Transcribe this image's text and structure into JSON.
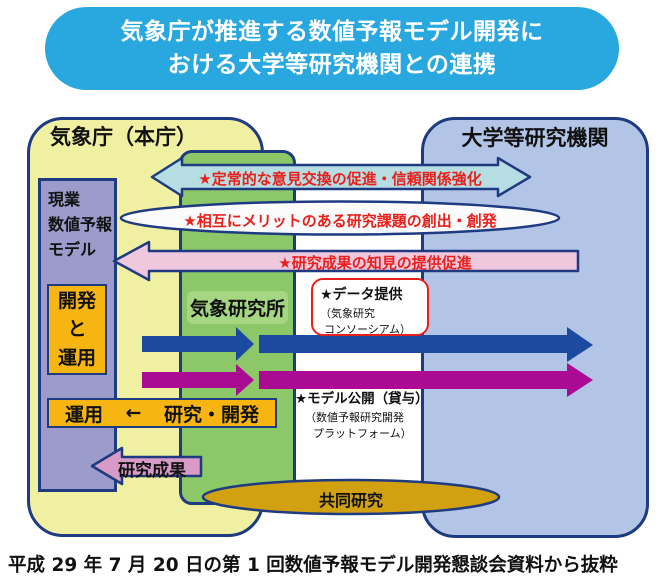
{
  "title": {
    "line1": "気象庁が推進する数値予報モデル開発に",
    "line2": "おける大学等研究機関との連携"
  },
  "jma_box": {
    "label": "気象庁（本庁）"
  },
  "university_box": {
    "label": "大学等研究機関"
  },
  "operational_model_box": {
    "lines": [
      "現業",
      "数値予報",
      "モデル"
    ]
  },
  "met_research_institute": {
    "label": "気象研究所"
  },
  "collaboration_arrows": {
    "regular_exchange": "★定常的な意見交換の促進・信頼関係強化",
    "mutual_merit": "★相互にメリットのある研究課題の創出・創発",
    "knowledge_provision": "★研究成果の知見の提供促進"
  },
  "dev_ops_box": {
    "lines": [
      "開発",
      "と",
      "運用"
    ]
  },
  "ops_rd_box": {
    "left": "運用",
    "arrow": "←",
    "right": "研究・開発"
  },
  "data_provision_box": {
    "line1": "★データ提供",
    "line2": "（気象研究",
    "line3": "コンソーシアム）"
  },
  "model_release": {
    "line1": "★モデル公開（貸与）",
    "line2": "（数値予報研究開発",
    "line3": "プラットフォーム）"
  },
  "research_results_arrow": {
    "label": "研究成果"
  },
  "joint_research": {
    "label": "共同研究"
  },
  "caption": "平成 29 年 7 月 20 日の第 1 回数値予報モデル開発懇談会資料から抜粋",
  "colors": {
    "title_bg": "#29a8e0",
    "jma_box_fill": "#f0f0a2",
    "university_box_fill": "#b2c5e6",
    "green_column_fill": "#8cc868",
    "purple_column_fill": "#9b9bcc",
    "navy_border": "#1e3a80",
    "teal_arrow": "#b5dde2",
    "pink_arrow": "#f0c8de",
    "blue_flow_arrow": "#1c4aa0",
    "magenta_flow_arrow": "#aa0b92",
    "orange_box": "#f6b511",
    "small_pink_arrow": "#d89bc7",
    "gold_ellipse": "#d2a112",
    "red_text": "#e8201c"
  }
}
